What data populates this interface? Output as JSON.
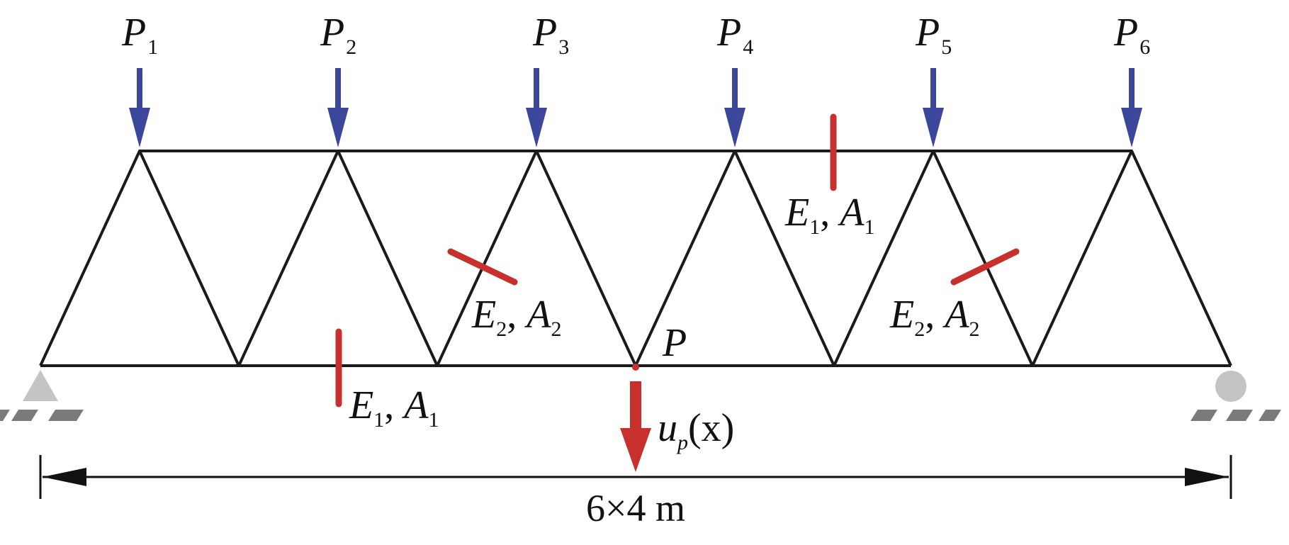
{
  "colors": {
    "member": "#1a1a1a",
    "load_arrow": "#3a479b",
    "highlight": "#c8302e",
    "support": "#bfbfbf",
    "hatch": "#7a7a7a"
  },
  "loads": [
    {
      "symbol": "P",
      "index": "1"
    },
    {
      "symbol": "P",
      "index": "2"
    },
    {
      "symbol": "P",
      "index": "3"
    },
    {
      "symbol": "P",
      "index": "4"
    },
    {
      "symbol": "P",
      "index": "5"
    },
    {
      "symbol": "P",
      "index": "6"
    }
  ],
  "member_labels": [
    {
      "e": "E",
      "e_sub": "1",
      "sep": ", ",
      "a": "A",
      "a_sub": "1"
    },
    {
      "e": "E",
      "e_sub": "2",
      "sep": ", ",
      "a": "A",
      "a_sub": "2"
    },
    {
      "e": "E",
      "e_sub": "1",
      "sep": ", ",
      "a": "A",
      "a_sub": "1"
    },
    {
      "e": "E",
      "e_sub": "2",
      "sep": ", ",
      "a": "A",
      "a_sub": "2"
    }
  ],
  "node_label": "P",
  "displacement": {
    "u": "u",
    "sub": "p",
    "arg": "(x)"
  },
  "span_label": "6×4 m"
}
